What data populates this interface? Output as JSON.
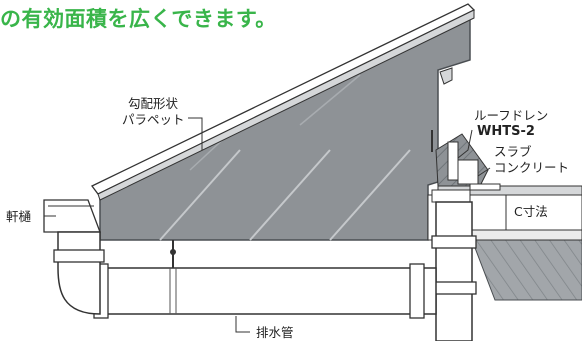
{
  "headline": "の有効面積を広くできます。",
  "labels": {
    "parapet_line1": "勾配形状",
    "parapet_line2": "パラペット",
    "roof_drain_line1": "ルーフドレン",
    "roof_drain_model": "WHTS-2",
    "slab_line1": "スラブ",
    "slab_line2": "コンクリート",
    "c_dimension": "C寸法",
    "eaves_gutter": "軒樋",
    "drain_pipe": "排水管"
  },
  "colors": {
    "headline": "#39b54a",
    "concrete_fill": "#8e9296",
    "concrete_dark": "#6f7478",
    "pipe_fill": "#ffffff",
    "pipe_stroke": "#333333",
    "slab_hatch": "#9da1a5"
  }
}
